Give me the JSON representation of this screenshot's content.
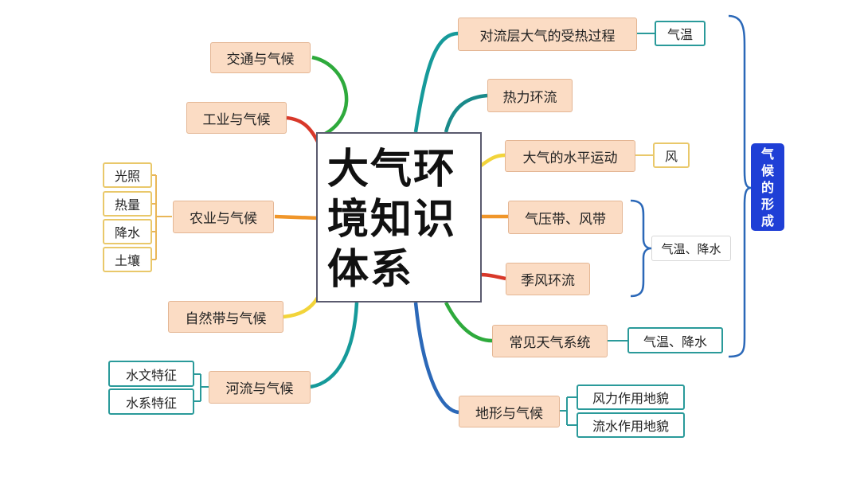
{
  "center": {
    "title": "大气环\n境知识\n体系"
  },
  "left": {
    "transport": "交通与气候",
    "industry": "工业与气候",
    "agriculture": "农业与气候",
    "agriculture_factors": [
      "光照",
      "热量",
      "降水",
      "土壤"
    ],
    "natural_zone": "自然带与气候",
    "river": "河流与气候",
    "river_factors": [
      "水文特征",
      "水系特征"
    ]
  },
  "right": {
    "heating": "对流层大气的受热过程",
    "heating_leaf": "气温",
    "thermal_circ": "热力环流",
    "horizontal_motion": "大气的水平运动",
    "horizontal_leaf": "风",
    "pressure_belts": "气压带、风带",
    "monsoon": "季风环流",
    "pressure_monsoon_leaf": "气温、降水",
    "weather_systems": "常见天气系统",
    "weather_leaf": "气温、降水",
    "terrain": "地形与气候",
    "terrain_leaves": [
      "风力作用地貌",
      "流水作用地貌"
    ]
  },
  "climate_formation": "气候的形成",
  "colors": {
    "green": "#2eaa3c",
    "red": "#d8382a",
    "orange": "#f0962a",
    "yellow": "#f2d43a",
    "teal": "#169a9a",
    "darkteal": "#1a8a8a",
    "blue": "#2b68b8",
    "node_fill": "#fbdcc4",
    "accent_blue": "#1f3fd6"
  }
}
